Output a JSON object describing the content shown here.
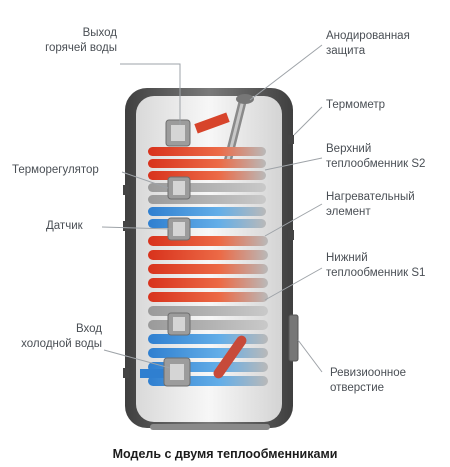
{
  "labels": {
    "hot_water_outlet": [
      "Выход",
      "горячей воды"
    ],
    "thermostat": [
      "Терморегулятор"
    ],
    "sensor": [
      "Датчик"
    ],
    "cold_water_inlet": [
      "Вход",
      "холодной воды"
    ],
    "anode": [
      "Анодированная",
      "защита"
    ],
    "thermometer": [
      "Термометр"
    ],
    "upper_exchanger": [
      "Верхний",
      "теплообменник S2"
    ],
    "heating_element": [
      "Нагревательный",
      "элемент"
    ],
    "lower_exchanger": [
      "Нижний",
      "теплообменник S1"
    ],
    "inspection_hole": [
      "Ревизиоонное",
      "отверстие"
    ]
  },
  "caption": "Модель с двумя теплообменниками",
  "colors": {
    "tank_shell": "#5e5e5e",
    "tank_inner": "#eeeeee",
    "hot_coil": "#e2452a",
    "cold_coil": "#3d8fd6",
    "leader_line": "#9ea3a8",
    "label_text": "#4a4f55"
  }
}
